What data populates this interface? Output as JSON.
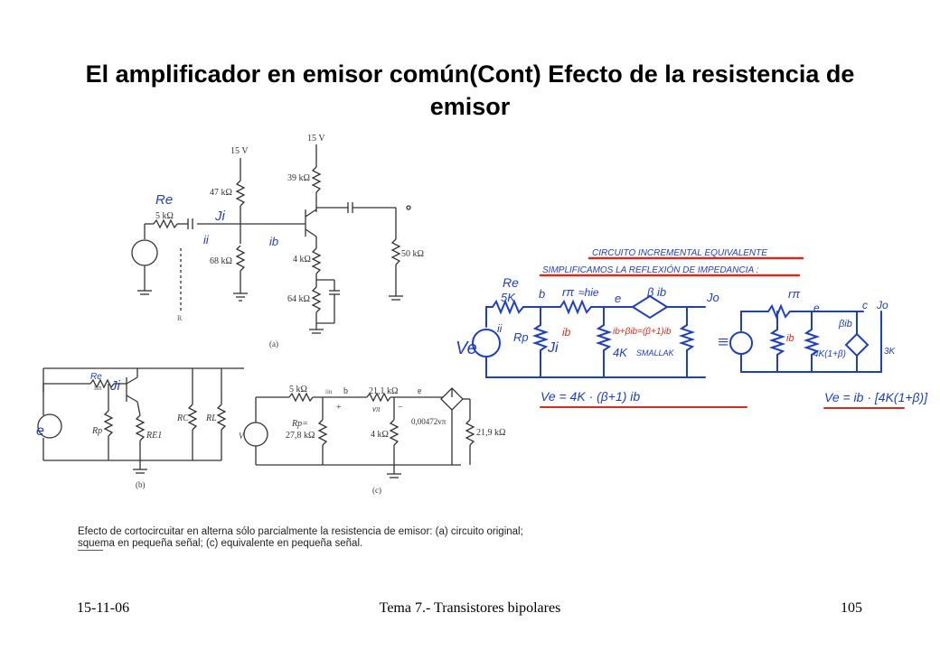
{
  "slide": {
    "title": "El amplificador en emisor común(Cont) Efecto de la resistencia de emisor"
  },
  "figure_a": {
    "supply_left": "15 V",
    "supply_right": "15 V",
    "r47": "47 kΩ",
    "r39": "39 kΩ",
    "r5": "5 kΩ",
    "r68": "68 kΩ",
    "r4": "4 kΩ",
    "r64": "64 kΩ",
    "r50": "50 kΩ",
    "rin": "R",
    "label": "(a)",
    "hand_re": "Re",
    "hand_ji": "Ji",
    "hand_ii": "ii",
    "hand_ib": "ib"
  },
  "figure_b": {
    "re": "Re",
    "rp": "Rp",
    "re1": "RE1",
    "rc": "RC",
    "rl": "RL",
    "iin": "iin",
    "ji": "Ji",
    "label": "(b)",
    "ve": "e"
  },
  "figure_c": {
    "r5": "5 kΩ",
    "iin": "iin",
    "b": "b",
    "r211": "21,1 kΩ",
    "e": "e",
    "vpi": "vπ",
    "plus": "+",
    "minus": "−",
    "rp": "Rp=",
    "rp_val": "27,8 kΩ",
    "r4": "4 kΩ",
    "gm": "0,00472vπ",
    "r219": "21,9 kΩ",
    "v": "V",
    "label": "(c)"
  },
  "caption": {
    "line1": "Efecto de cortocircuitar en alterna sólo parcialmente la resistencia de emisor: (a) circuito original;",
    "line2": "squema en pequeña señal; (c) equivalente en pequeña señal."
  },
  "handnotes": {
    "heading1": "CIRCUITO INCREMENTAL EQUIVALENTE",
    "heading2": "SIMPLIFICAMOS LA REFLEXIÓN DE IMPEDANCIA :",
    "re": "Re",
    "r5k": "5K",
    "b": "b",
    "rpi": "rπ",
    "shie": "≈hie",
    "e": "e",
    "beta_ib": "β ib",
    "jo": "Jo",
    "ve": "Ve",
    "ii": "ii",
    "rp": "Rp",
    "ji": "Ji",
    "ib": "ib",
    "ie_expr": "ib+βib=(β+1)ib",
    "r4k": "4K",
    "small": "SMALLAK",
    "eq_sign": "≡",
    "rpi2": "rπ",
    "e2": "e",
    "c": "c",
    "jo2": "Jo",
    "ib2": "ib",
    "r4k_beta": "4K(1+β)",
    "bib": "βib",
    "r3k": "3K",
    "eq1": "Ve = 4K · (β+1) ib",
    "eq2": "Ve = ib · [4K(1+β)]"
  },
  "footer": {
    "date": "15-11-06",
    "course": "Tema 7.- Transistores bipolares",
    "page": "105"
  },
  "colors": {
    "ink": "#1d3fc4",
    "red": "#d62a1a",
    "schematic": "#333333"
  }
}
